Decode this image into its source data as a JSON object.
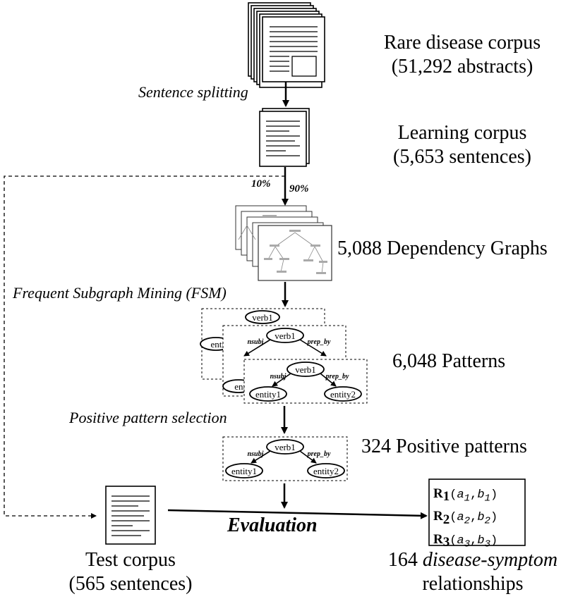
{
  "nodes": {
    "rare_corpus": {
      "line1": "Rare disease corpus",
      "line2": "(51,292 abstracts)"
    },
    "learning_corpus": {
      "line1": "Learning corpus",
      "line2": "(5,653 sentences)"
    },
    "dependency_graphs": {
      "label": "5,088 Dependency Graphs"
    },
    "patterns": {
      "label": "6,048 Patterns"
    },
    "positive_patterns": {
      "label": "324 Positive patterns"
    },
    "test_corpus": {
      "line1": "Test corpus",
      "line2": "(565 sentences)"
    },
    "relationships": {
      "count": "164",
      "italic": "disease-symptom",
      "line2": "relationships"
    }
  },
  "steps": {
    "sentence_splitting": "Sentence splitting",
    "fsm": "Frequent Subgraph Mining (FSM)",
    "positive_selection": "Positive pattern selection",
    "evaluation": "Evaluation"
  },
  "split": {
    "test": "10%",
    "learn": "90%"
  },
  "pattern_graph": {
    "root": "verb1",
    "left_edge": "nsubj",
    "right_edge": "prep_by",
    "left_node": "entity1",
    "right_node": "entity2",
    "back_left": "entit",
    "back_bottom": "enti"
  },
  "results": [
    {
      "r": "R",
      "sub": "1",
      "a": "a",
      "as": "1",
      "b": "b",
      "bs": "1"
    },
    {
      "r": "R",
      "sub": "2",
      "a": "a",
      "as": "2",
      "b": "b",
      "bs": "2"
    },
    {
      "r": "R",
      "sub": "3",
      "a": "a",
      "as": "3",
      "b": "b",
      "bs": "3"
    }
  ]
}
